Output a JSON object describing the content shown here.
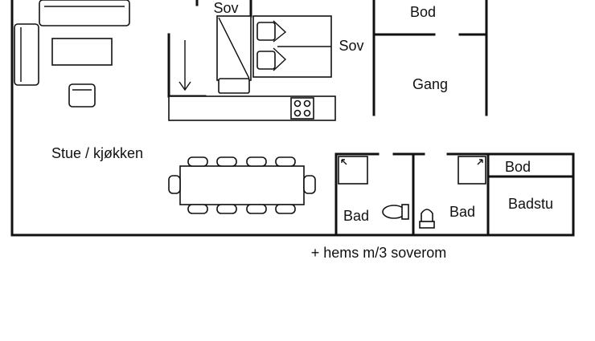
{
  "rooms": {
    "sov_top": "Sov",
    "sov_right": "Sov",
    "bod_top": "Bod",
    "gang": "Gang",
    "stue": "Stue / kjøkken",
    "bad_left": "Bad",
    "bad_right": "Bad",
    "bod_small": "Bod",
    "badstu": "Badstu"
  },
  "note": "+ hems m/3 soverom"
}
